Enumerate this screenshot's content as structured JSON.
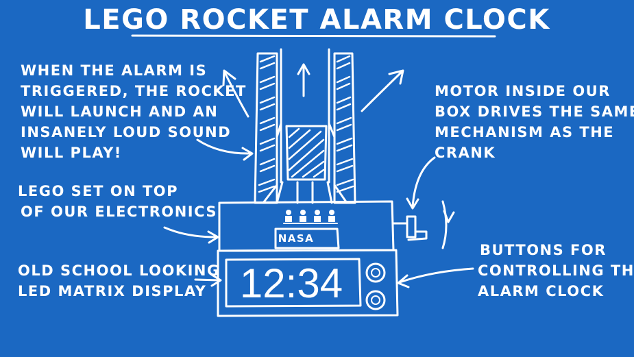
{
  "title": "LEGO ROCKET ALARM CLOCK",
  "annotations": {
    "launch": [
      "WHEN THE ALARM IS",
      "TRIGGERED, THE ROCKET",
      "WILL LAUNCH AND AN",
      "INSANELY LOUD SOUND",
      "WILL PLAY!"
    ],
    "motor": [
      "MOTOR INSIDE OUR",
      "BOX DRIVES THE SAME",
      "MECHANISM AS THE",
      "CRANK"
    ],
    "lego_set": [
      "LEGO SET ON TOP",
      "OF OUR ELECTRONICS"
    ],
    "display": [
      "OLD SCHOOL LOOKING",
      "LED MATRIX DISPLAY"
    ],
    "buttons": [
      "BUTTONS FOR",
      "CONTROLLING THE",
      "ALARM CLOCK"
    ]
  },
  "clock": {
    "time": "12:34"
  },
  "badge": "NASA",
  "colors": {
    "background": "#1b68c2",
    "ink": "#ffffff"
  }
}
